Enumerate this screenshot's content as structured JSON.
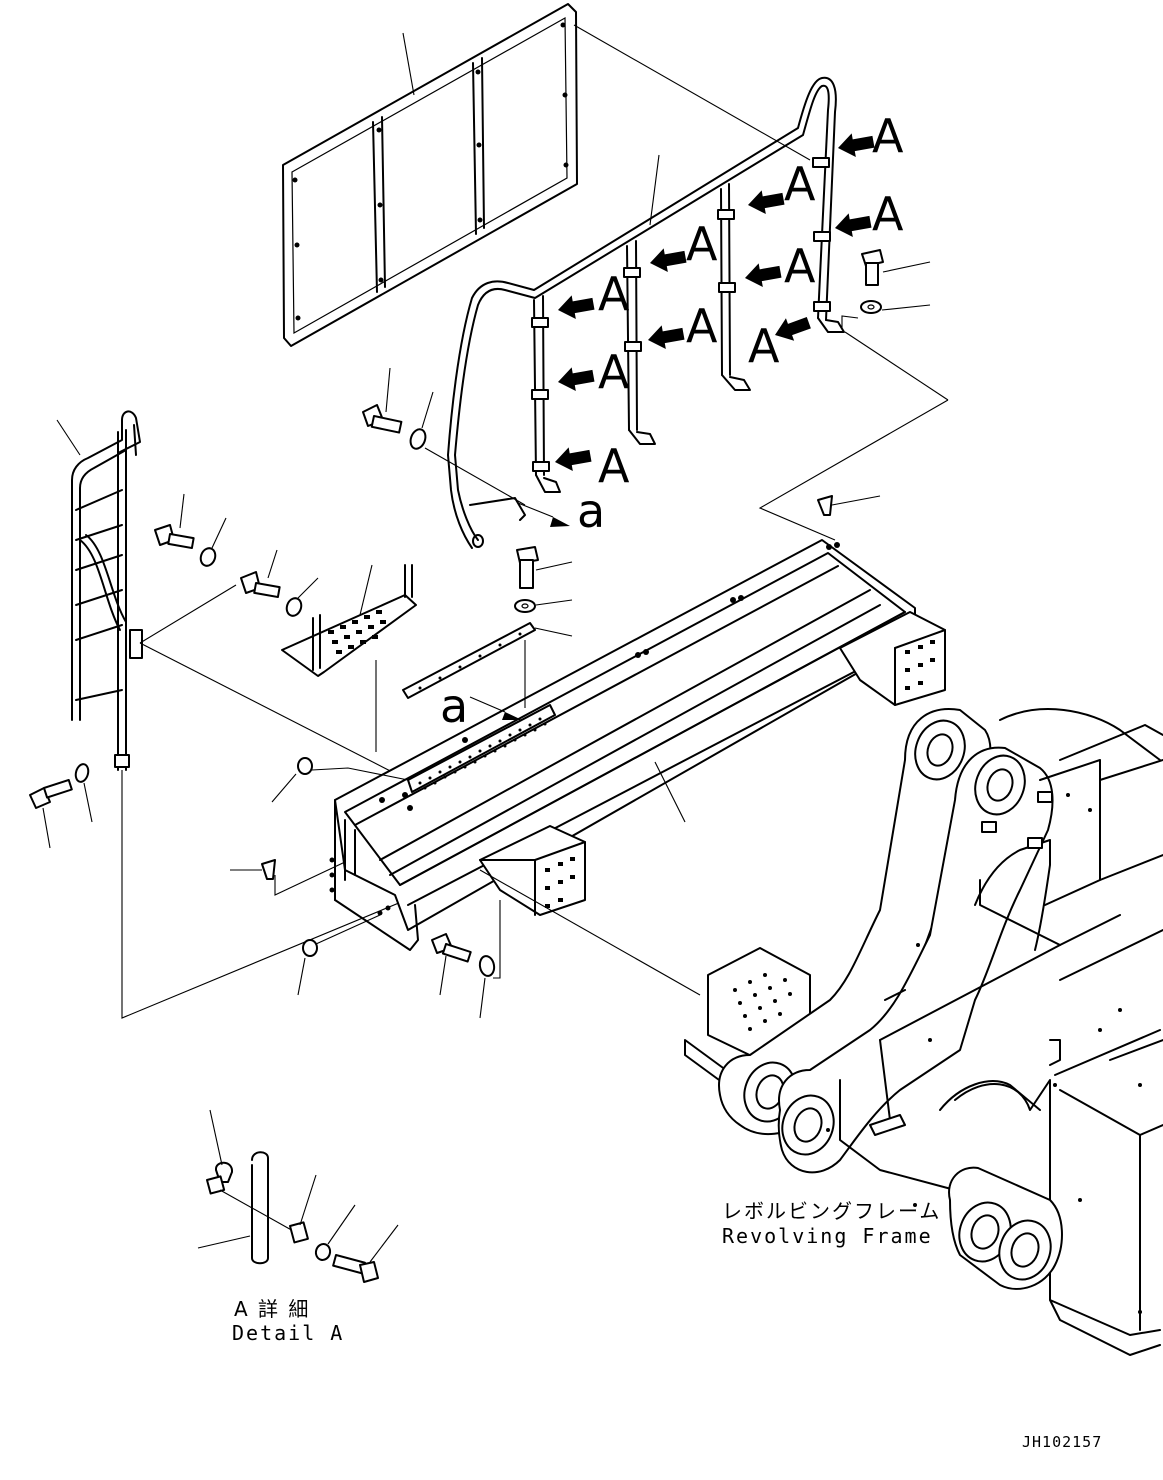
{
  "callouts": {
    "detail_marker": "A",
    "section_marker": "a"
  },
  "frame_label": {
    "jp": "レボルビングフレーム",
    "en": "Revolving Frame"
  },
  "detail_label": {
    "jp": "A 詳 細",
    "en": "Detail A"
  },
  "drawing_number": "JH102157"
}
